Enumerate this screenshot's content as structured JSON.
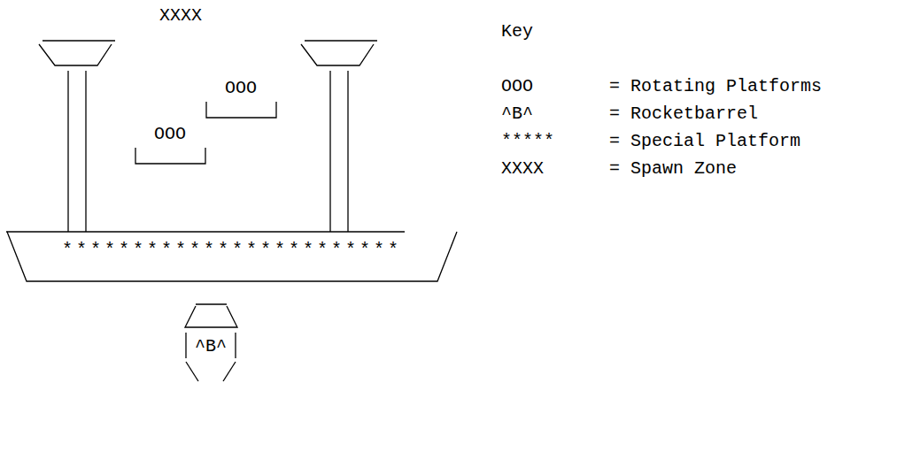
{
  "diagram": {
    "nodes": [
      {
        "text": [
          "OOO"
        ]
      },
      {
        "text": [
          "OOO"
        ]
      },
      {
        "text": [
          "************************"
        ]
      },
      {
        "text": [
          "^B^"
        ]
      }
    ],
    "labels": [
      "XXXX",
      "Key",
      "OOO",
      "^B^",
      "*****",
      "XXXX"
    ],
    "legend": [
      {
        "text": "= Rotating Platforms"
      },
      {
        "text": "= Rocketbarrel"
      },
      {
        "text": "= Special Platform"
      },
      {
        "text": "= Spawn Zone"
      }
    ]
  }
}
